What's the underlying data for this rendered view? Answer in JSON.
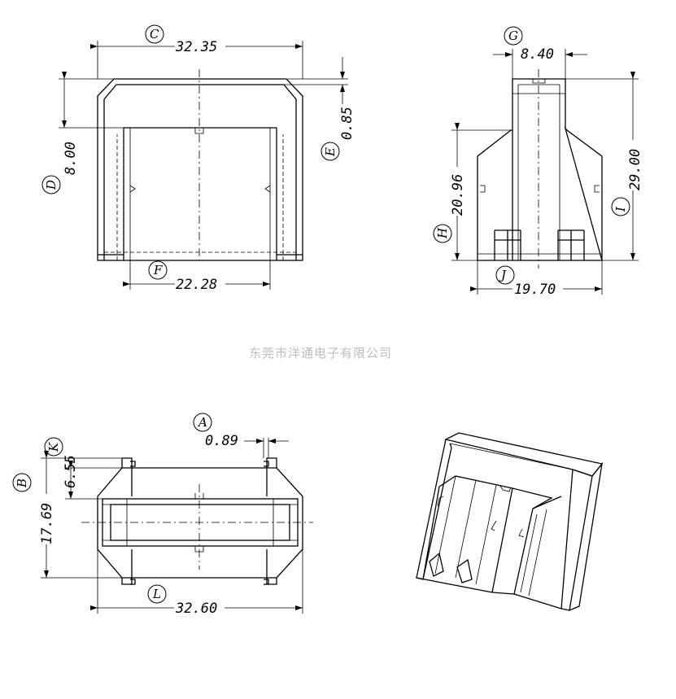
{
  "watermark": "东莞市洋通电子有限公司",
  "dimensions": [
    {
      "ref": "A",
      "value": "0.89"
    },
    {
      "ref": "B",
      "value": "17.69"
    },
    {
      "ref": "C",
      "value": "32.35"
    },
    {
      "ref": "D",
      "value": "8.00"
    },
    {
      "ref": "E",
      "value": "0.85"
    },
    {
      "ref": "F",
      "value": "22.28"
    },
    {
      "ref": "G",
      "value": "8.40"
    },
    {
      "ref": "H",
      "value": "20.96"
    },
    {
      "ref": "I",
      "value": "29.00"
    },
    {
      "ref": "J",
      "value": "19.70"
    },
    {
      "ref": "K",
      "value": "6.55"
    },
    {
      "ref": "L",
      "value": "32.60"
    }
  ]
}
